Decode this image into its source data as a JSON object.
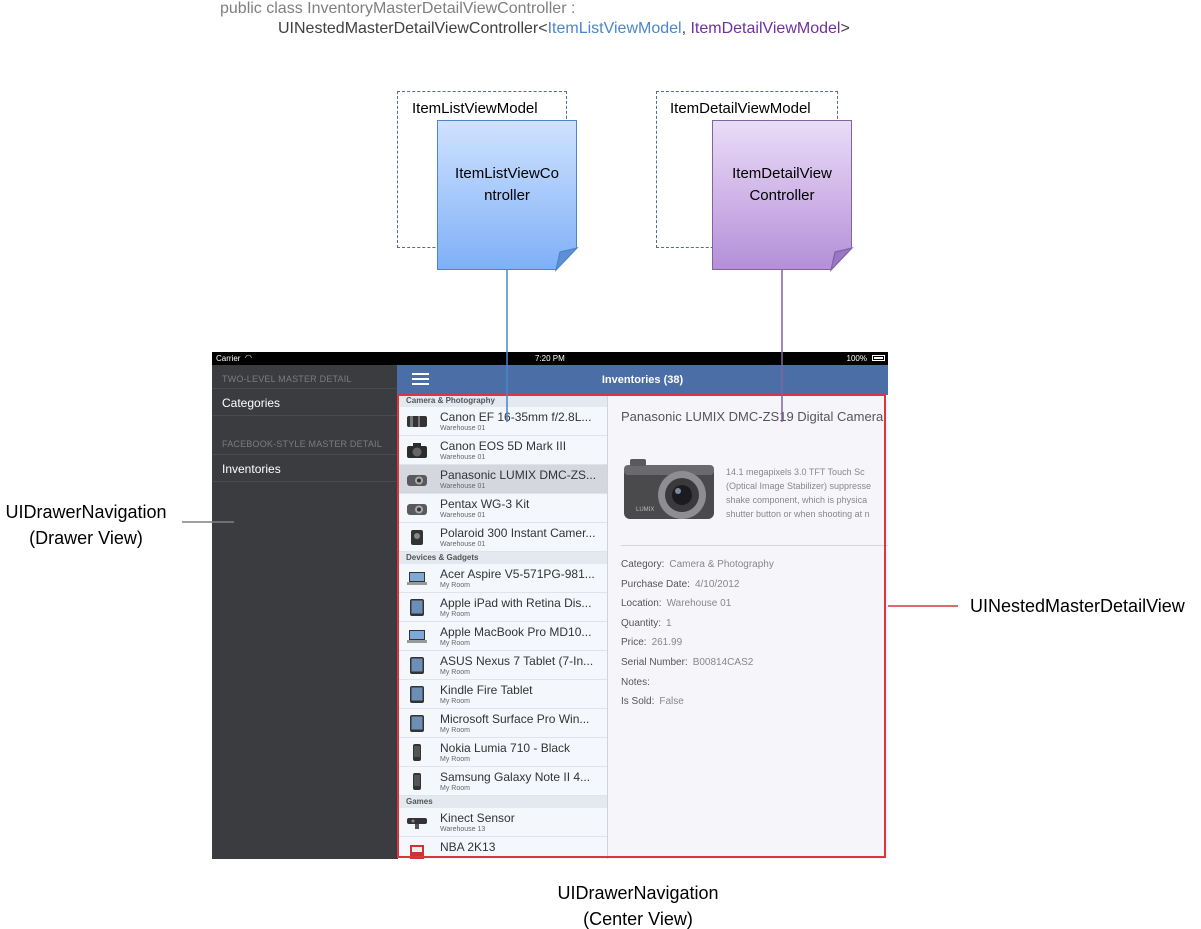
{
  "code": {
    "line1": "public class InventoryMasterDetailViewController :",
    "line2_prefix": "UINestedMasterDetailViewController<",
    "line2_list": "ItemListViewModel",
    "line2_sep": ", ",
    "line2_detail": "ItemDetailViewModel",
    "line2_suffix": ">"
  },
  "colors": {
    "list_accent": "#4a86c8",
    "detail_accent": "#7030a0",
    "highlight_red": "#d9363e",
    "navbar": "#4b6ea6",
    "drawer": "#3b3c3f"
  },
  "diagram": {
    "list_model_label": "ItemListViewModel",
    "list_controller": [
      "ItemListViewCo",
      "ntroller"
    ],
    "detail_model_label": "ItemDetailViewModel",
    "detail_controller": [
      "ItemDetailView",
      "Controller"
    ],
    "drawer_label": [
      "UIDrawerNavigation",
      "(Drawer View)"
    ],
    "nested_label": "UINestedMasterDetailView",
    "center_label": [
      "UIDrawerNavigation",
      "(Center View)"
    ]
  },
  "status_bar": {
    "carrier": "Carrier",
    "time": "7:20 PM",
    "battery": "100%"
  },
  "drawer": {
    "section1": "TWO-LEVEL MASTER DETAIL",
    "item1": "Categories",
    "section2": "FACEBOOK-STYLE MASTER DETAIL",
    "item2": "Inventories"
  },
  "navbar": {
    "title": "Inventories (38)"
  },
  "list": {
    "sections": [
      {
        "header": "Camera & Photography",
        "items": [
          {
            "title": "Canon EF 16-35mm f/2.8L...",
            "sub": "Warehouse 01",
            "icon": "lens-icon"
          },
          {
            "title": "Canon EOS 5D Mark III",
            "sub": "Warehouse 01",
            "icon": "dslr-icon"
          },
          {
            "title": "Panasonic LUMIX DMC-ZS...",
            "sub": "Warehouse 01",
            "icon": "compact-camera-icon",
            "selected": true
          },
          {
            "title": "Pentax WG-3 Kit",
            "sub": "Warehouse 01",
            "icon": "compact-camera-icon"
          },
          {
            "title": "Polaroid 300 Instant Camer...",
            "sub": "Warehouse 01",
            "icon": "instant-camera-icon"
          }
        ]
      },
      {
        "header": "Devices & Gadgets",
        "items": [
          {
            "title": "Acer Aspire V5-571PG-981...",
            "sub": "My Room",
            "icon": "laptop-icon"
          },
          {
            "title": "Apple iPad with Retina Dis...",
            "sub": "My Room",
            "icon": "tablet-icon"
          },
          {
            "title": "Apple MacBook Pro MD10...",
            "sub": "My Room",
            "icon": "laptop-icon"
          },
          {
            "title": "ASUS Nexus 7 Tablet (7-In...",
            "sub": "My Room",
            "icon": "tablet-icon"
          },
          {
            "title": "Kindle Fire Tablet",
            "sub": "My Room",
            "icon": "tablet-icon"
          },
          {
            "title": "Microsoft Surface Pro Win...",
            "sub": "My Room",
            "icon": "tablet-icon"
          },
          {
            "title": "Nokia Lumia 710 - Black",
            "sub": "My Room",
            "icon": "phone-icon"
          },
          {
            "title": "Samsung Galaxy Note II 4...",
            "sub": "My Room",
            "icon": "phone-icon"
          }
        ]
      },
      {
        "header": "Games",
        "items": [
          {
            "title": "Kinect Sensor",
            "sub": "Warehouse 13",
            "icon": "sensor-icon"
          },
          {
            "title": "NBA 2K13",
            "sub": "",
            "icon": "game-icon"
          }
        ]
      }
    ]
  },
  "detail": {
    "title": "Panasonic LUMIX DMC-ZS19 Digital Camera",
    "description": [
      "14.1 megapixels 3.0 TFT Touch Sc",
      "(Optical Image Stabilizer) suppresse",
      "shake component, which is physica",
      "shutter button or when shooting at n"
    ],
    "fields": [
      {
        "label": "Category:",
        "value": "Camera & Photography"
      },
      {
        "label": "Purchase Date:",
        "value": "4/10/2012"
      },
      {
        "label": "Location:",
        "value": "Warehouse 01"
      },
      {
        "label": "Quantity:",
        "value": "1"
      },
      {
        "label": "Price:",
        "value": "261.99"
      },
      {
        "label": "Serial Number:",
        "value": "B00814CAS2"
      },
      {
        "label": "Notes:",
        "value": ""
      },
      {
        "label": "Is Sold:",
        "value": "False"
      }
    ]
  }
}
